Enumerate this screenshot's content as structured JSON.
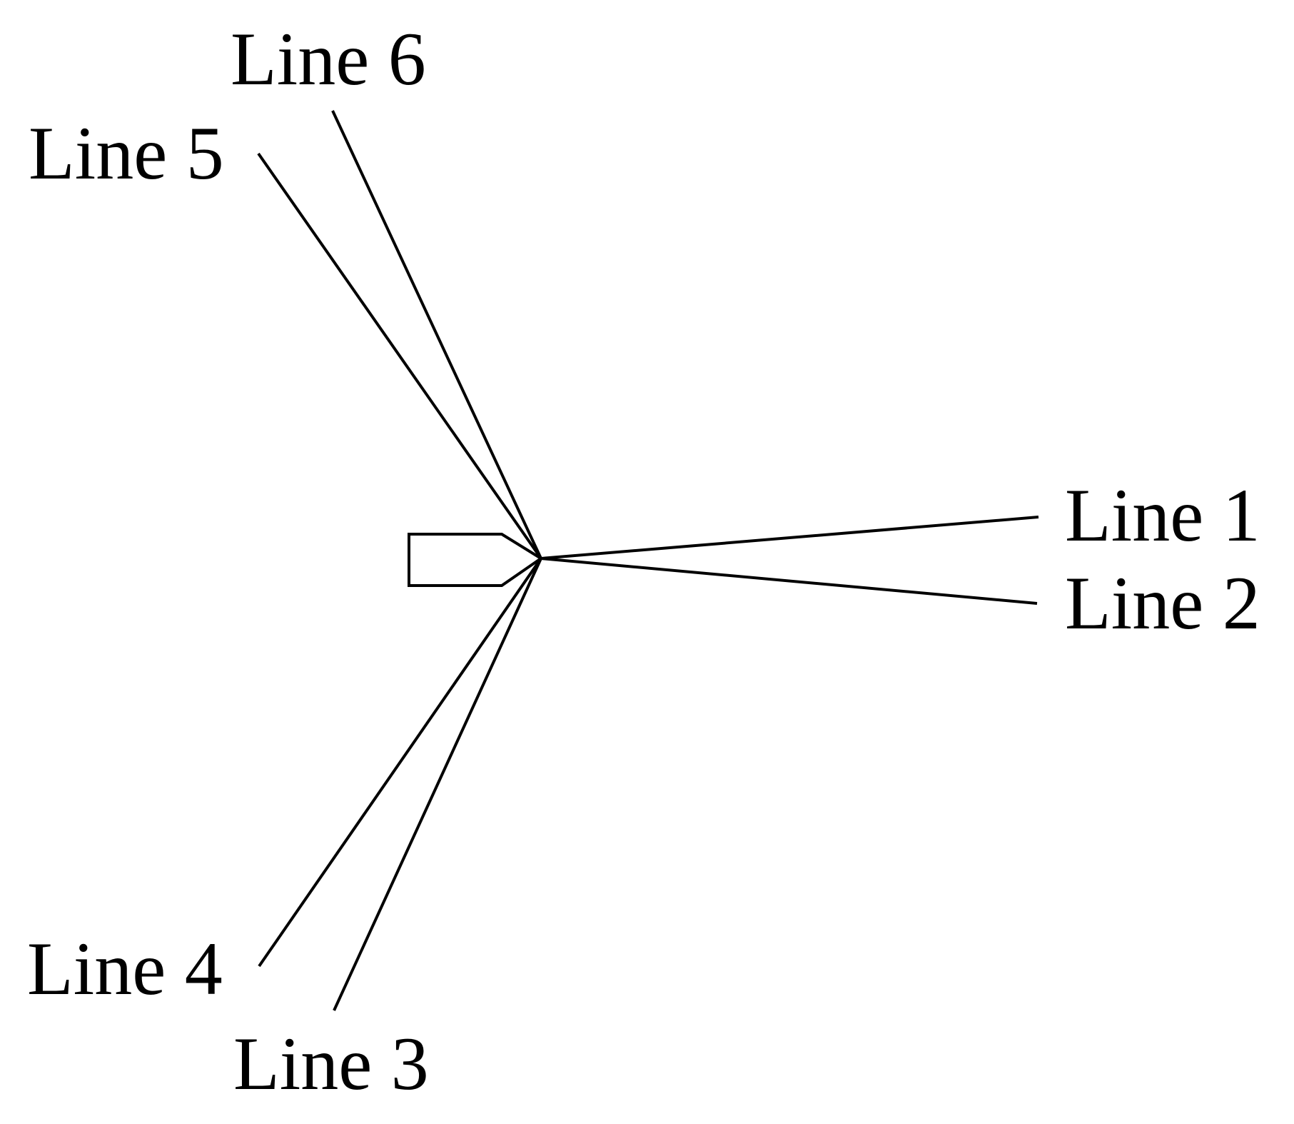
{
  "figure": {
    "background_color": "#ffffff",
    "stroke_color": "#000000",
    "text_color": "#000000",
    "labels": {
      "line1": "Line 1",
      "line2": "Line 2",
      "line3": "Line 3",
      "line4": "Line 4",
      "line5": "Line 5",
      "line6": "Line 6"
    }
  }
}
